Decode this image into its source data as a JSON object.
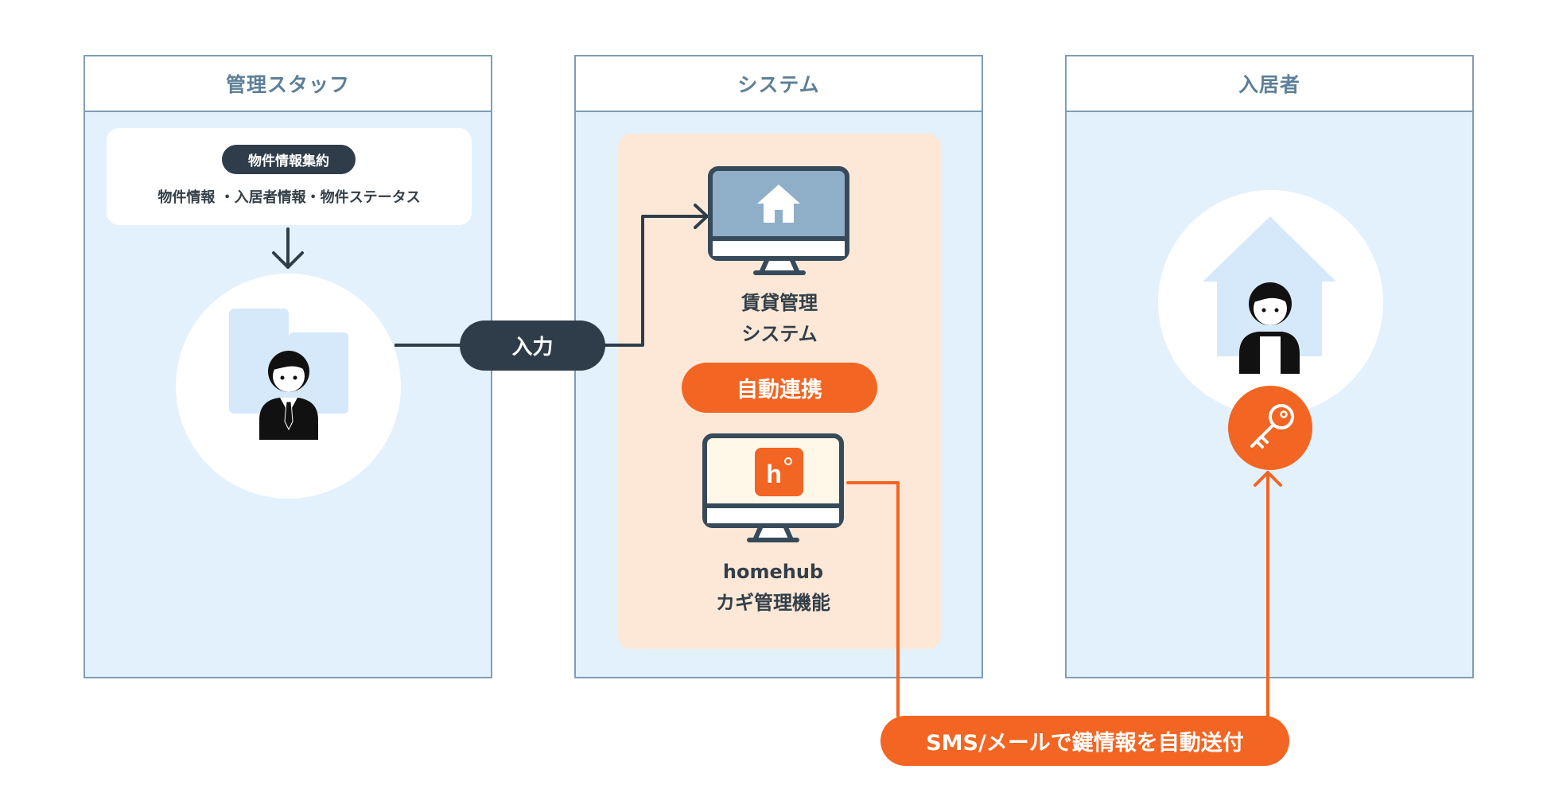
{
  "columns": {
    "staff": {
      "title": "管理スタッフ"
    },
    "system": {
      "title": "システム"
    },
    "resident": {
      "title": "入居者"
    }
  },
  "staff_card": {
    "badge": "物件情報集約",
    "text": "物件情報 ・入居者情報・物件ステータス"
  },
  "input_label": "入力",
  "system": {
    "rental_line1": "賃貸管理",
    "rental_line2": "システム",
    "auto_link": "自動連携",
    "homehub_line1": "homehub",
    "homehub_line2": "カギ管理機能",
    "homehub_logo": "h"
  },
  "sms_label": "SMS/メールで鍵情報を自動送付",
  "colors": {
    "border": "#7f9db6",
    "column_bg": "#e3f1fd",
    "dark": "#2f3d4a",
    "accent": "#f26522",
    "panel_bg": "#fde8d8"
  },
  "icons": [
    "building-icon",
    "staff-person-icon",
    "monitor-home-icon",
    "monitor-homehub-icon",
    "house-icon",
    "resident-person-icon",
    "key-icon",
    "down-arrow-icon"
  ]
}
